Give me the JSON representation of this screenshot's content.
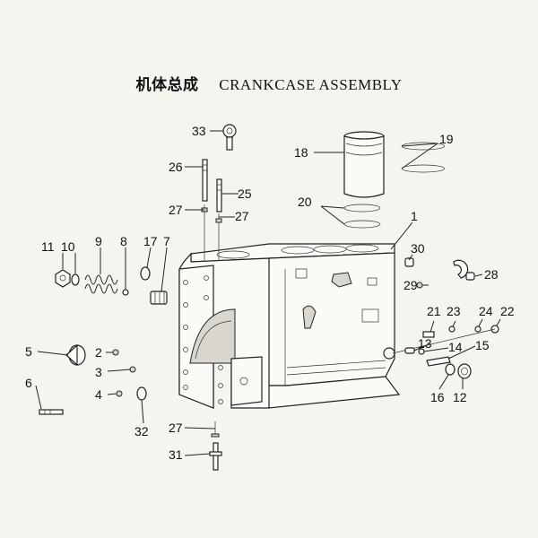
{
  "title": {
    "chinese": "机体总成",
    "english": "CRANKCASE ASSEMBLY"
  },
  "callouts": [
    {
      "number": "1"
    },
    {
      "number": "2"
    },
    {
      "number": "3"
    },
    {
      "number": "4"
    },
    {
      "number": "5"
    },
    {
      "number": "6"
    },
    {
      "number": "7"
    },
    {
      "number": "8"
    },
    {
      "number": "9"
    },
    {
      "number": "10"
    },
    {
      "number": "11"
    },
    {
      "number": "12"
    },
    {
      "number": "13"
    },
    {
      "number": "14"
    },
    {
      "number": "15"
    },
    {
      "number": "16"
    },
    {
      "number": "17"
    },
    {
      "number": "18"
    },
    {
      "number": "19"
    },
    {
      "number": "20"
    },
    {
      "number": "21"
    },
    {
      "number": "22"
    },
    {
      "number": "23"
    },
    {
      "number": "24"
    },
    {
      "number": "25"
    },
    {
      "number": "26"
    },
    {
      "number": "27"
    },
    {
      "number": "27"
    },
    {
      "number": "27"
    },
    {
      "number": "28"
    },
    {
      "number": "29"
    },
    {
      "number": "30"
    },
    {
      "number": "31"
    },
    {
      "number": "32"
    },
    {
      "number": "33"
    }
  ]
}
